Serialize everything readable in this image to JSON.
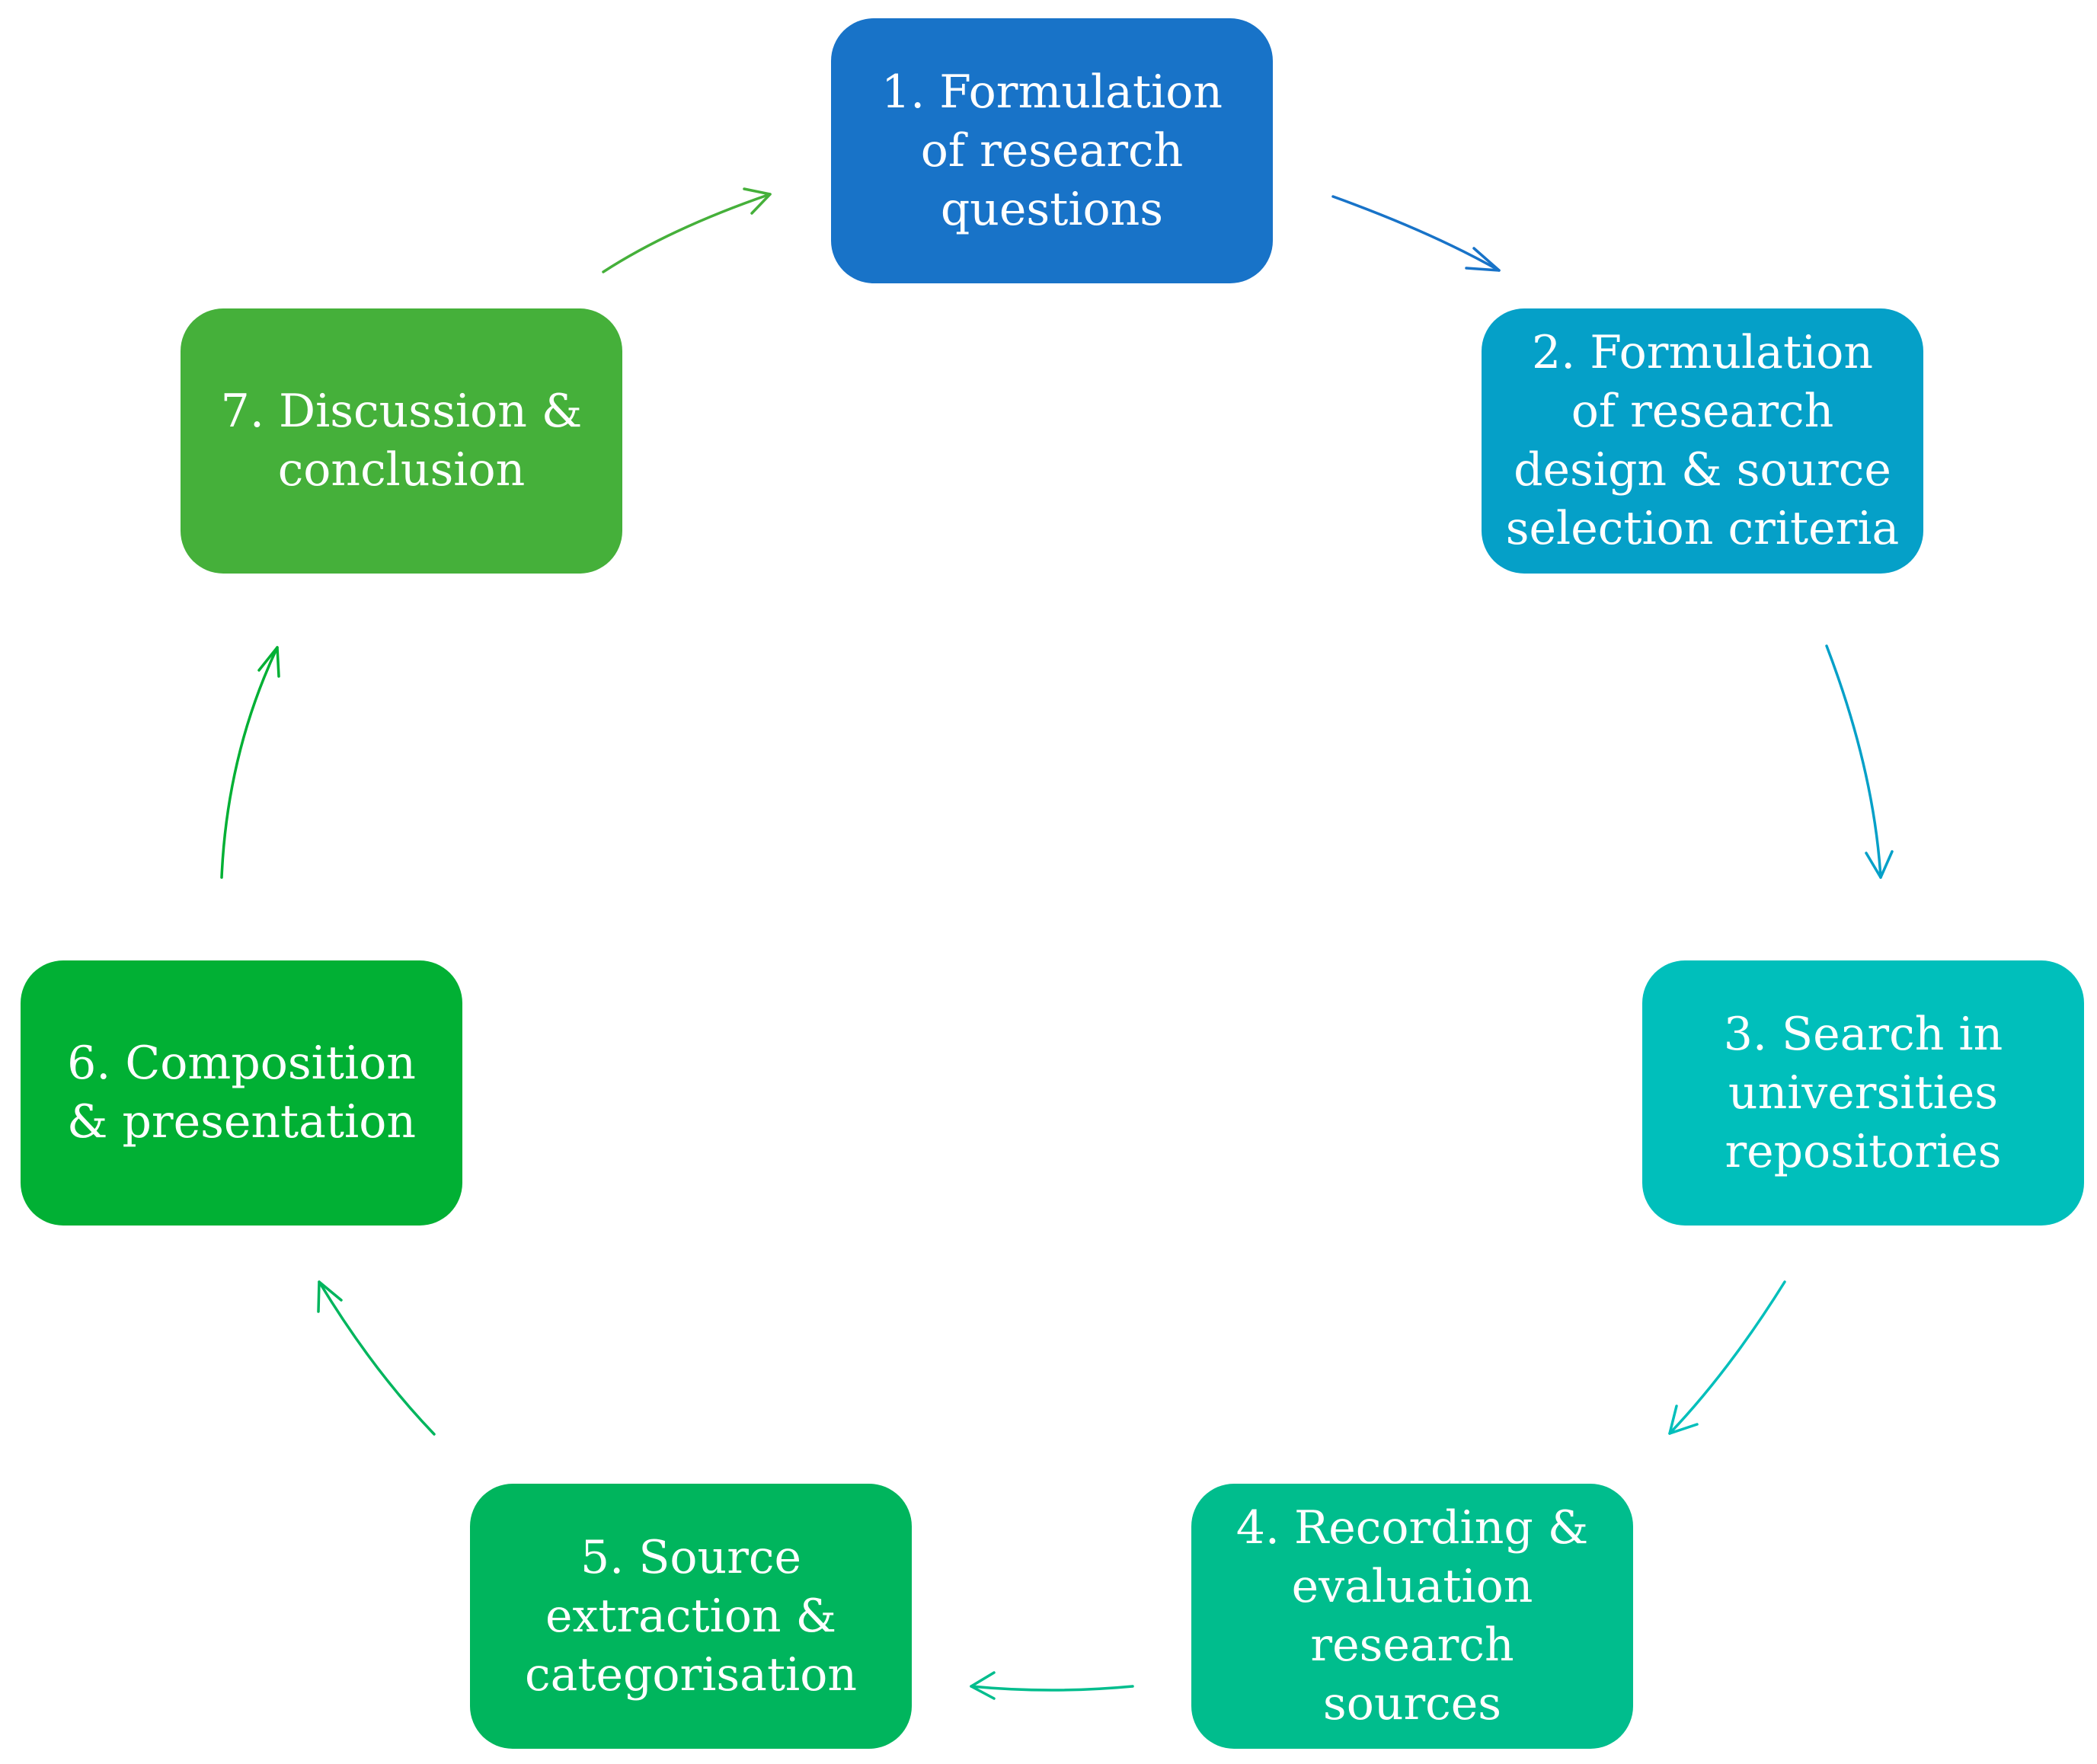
{
  "diagram": {
    "steps": [
      {
        "label": "1. Formulation\nof research\nquestions",
        "color": "#1873c8"
      },
      {
        "label": "2. Formulation\nof research\ndesign & source\nselection criteria",
        "color": "#05a0c8"
      },
      {
        "label": "3. Search in\nuniversities\nrepositories",
        "color": "#00bfbb"
      },
      {
        "label": "4. Recording &\nevaluation\nresearch sources",
        "color": "#00bd8d"
      },
      {
        "label": "5. Source\nextraction &\ncategorisation",
        "color": "#00b55d"
      },
      {
        "label": "6. Composition\n& presentation",
        "color": "#01b034"
      },
      {
        "label": "7. Discussion &\nconclusion",
        "color": "#45b03a"
      }
    ],
    "arrows": [
      {
        "from": 1,
        "to": 2,
        "color": "#1873c8"
      },
      {
        "from": 2,
        "to": 3,
        "color": "#05a0c8"
      },
      {
        "from": 3,
        "to": 4,
        "color": "#00bfbb"
      },
      {
        "from": 4,
        "to": 5,
        "color": "#00bd8d"
      },
      {
        "from": 5,
        "to": 6,
        "color": "#00b55d"
      },
      {
        "from": 6,
        "to": 7,
        "color": "#01b034"
      },
      {
        "from": 7,
        "to": 1,
        "color": "#45b03a"
      }
    ]
  }
}
